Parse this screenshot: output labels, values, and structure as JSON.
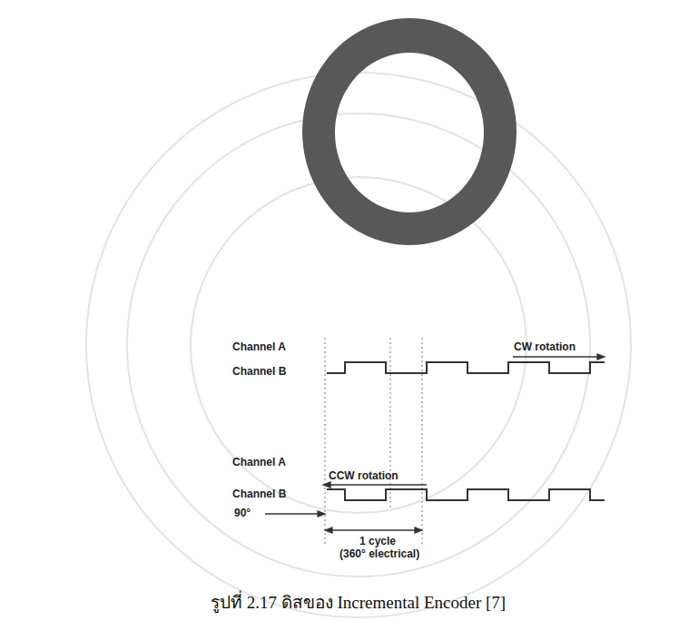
{
  "diagram": {
    "caption": "รูปที่ 2.17 ดิสของ Incremental Encoder [7]",
    "labels": [
      "Channel A",
      "Channel B",
      "CW rotation",
      "Channel A",
      "CCW rotation",
      "Channel B",
      "90°",
      "1 cycle",
      "(360° electrical)"
    ]
  }
}
